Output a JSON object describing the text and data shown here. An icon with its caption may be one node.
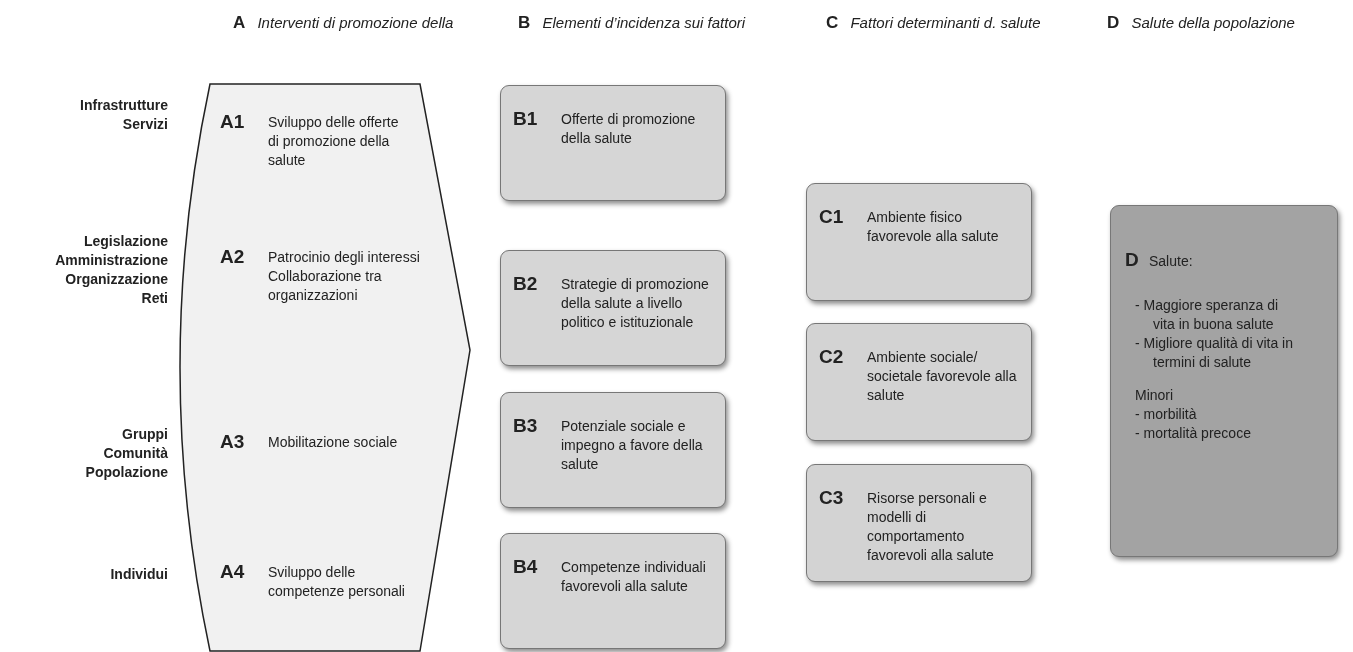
{
  "diagram": {
    "nodes": [
      {
        "text": [
          "A1",
          "Sviluppo delle offerte di promozione della salute",
          "A2",
          "Patrocinio degli interessi Collaborazione tra organizzazioni",
          "A3",
          "Mobilitazione sociale",
          "A4",
          "Sviluppo delle competenze personali"
        ]
      },
      {
        "text": [
          "B1",
          "Offerte di promozione della salute"
        ]
      },
      {
        "text": [
          "B2",
          "Strategie di promozione della salute a livello politico e istituzionale"
        ]
      },
      {
        "text": [
          "B3",
          "Potenziale sociale e impegno a favore della salute"
        ]
      },
      {
        "text": [
          "B4",
          "Competenze individuali favorevoli alla salute"
        ]
      },
      {
        "text": [
          "C1",
          "Ambiente fisico favorevole alla salute"
        ]
      },
      {
        "text": [
          "C2",
          "Ambiente sociale/ societale favorevole alla salute"
        ]
      },
      {
        "text": [
          "C3",
          "Risorse personali e modelli di comportamento favorevoli alla salute"
        ]
      },
      {
        "text": [
          "D",
          "Salute:",
          "- Maggiore speranza di vita in buona salute",
          "- Migliore qualità di vita in termini di salute",
          "Minori",
          "- morbilità",
          "- mortalità precoce"
        ]
      }
    ],
    "labels": [
      "**A** *Interventi di promozione della*",
      "**B** *Elementi d’incidenza sui fattori*",
      "**C** *Fattori determinanti d. salute*",
      "**D** *Salute della popolazione*",
      "Infrastrutture Servizi",
      "Legislazione Amministrazione Organizzazione Reti",
      "Gruppi Comunità Popolazione",
      "Individui"
    ]
  }
}
